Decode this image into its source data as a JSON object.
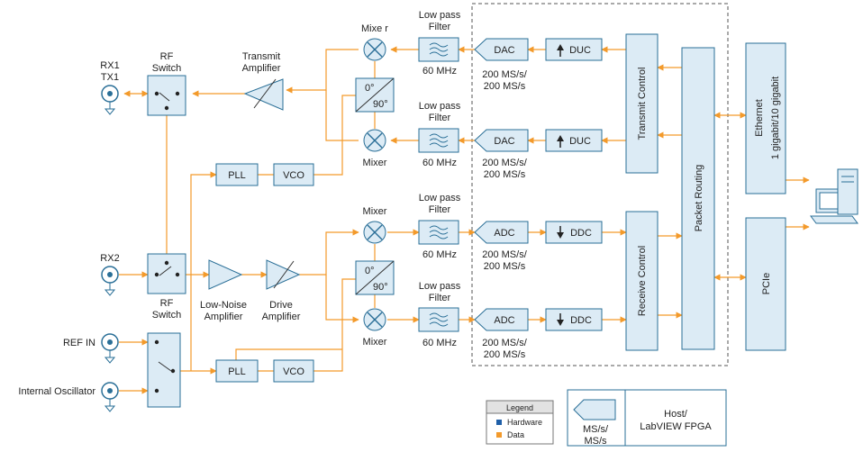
{
  "labels": {
    "rx1": "RX1",
    "tx1": "TX1",
    "rx2": "RX2",
    "ref_in": "REF IN",
    "internal_osc": "Internal Oscillator",
    "rf": "RF",
    "switch": "Switch",
    "transmit": "Transmit",
    "amplifier": "Amplifier",
    "low_noise": "Low-Noise",
    "drive": "Drive",
    "mixer": "Mixer",
    "mixer_spaced": "Mixe r",
    "low_pass": "Low pass",
    "filter": "Filter",
    "mhz60": "60 MHz",
    "rate1": "200 MS/s/",
    "rate2": "200 MS/s",
    "dac": "DAC",
    "adc": "ADC",
    "duc": "DUC",
    "ddc": "DDC",
    "pll": "PLL",
    "vco": "VCO",
    "deg0": "0°",
    "deg90": "90°",
    "transmit_control": "Transmit Control",
    "receive_control": "Receive Control",
    "packet_routing": "Packet Routing",
    "ethernet": "Ethernet",
    "gigabit": "1 gigabit/10 gigabit",
    "pcie": "PCIe",
    "legend_title": "Legend",
    "legend_hardware": "Hardware",
    "legend_data": "Data",
    "key_ms1": "MS/s/",
    "key_ms2": "MS/s",
    "host": "Host/",
    "labview": "LabVIEW FPGA"
  },
  "colors": {
    "block_fill": "#dcebf5",
    "block_stroke": "#2a6f97",
    "data_wire": "#f39a2b",
    "hardware": "#1f5fa8",
    "fpga_border": "#555555"
  }
}
